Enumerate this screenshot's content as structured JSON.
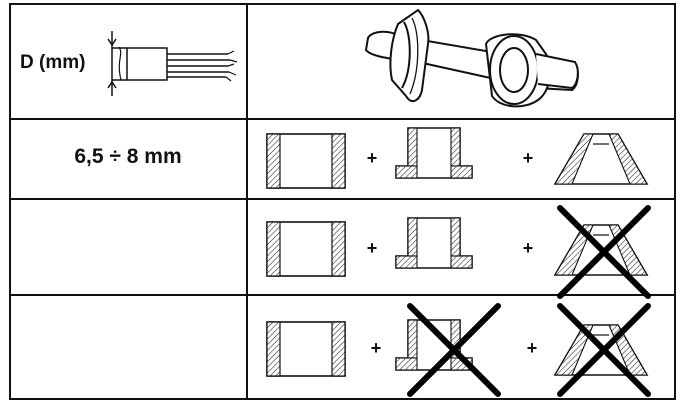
{
  "header": {
    "left_label": "D (mm)"
  },
  "rows": [
    {
      "label": "6,5 ÷ 8 mm",
      "plus": [
        "+",
        "+"
      ],
      "parts": [
        "bush",
        "flanged-sleeve",
        "cone-washer"
      ],
      "crossed": []
    },
    {
      "label": "",
      "plus": [
        "+",
        "+"
      ],
      "parts": [
        "bush",
        "flanged-sleeve",
        "cone-washer"
      ],
      "crossed": [
        "cone-washer"
      ]
    },
    {
      "label": "",
      "plus": [
        "+",
        "+"
      ],
      "parts": [
        "bush",
        "flanged-sleeve",
        "cone-washer"
      ],
      "crossed": [
        "flanged-sleeve",
        "cone-washer"
      ]
    }
  ],
  "colors": {
    "line": "#111111",
    "background": "#ffffff"
  },
  "icons": [
    "cable-diameter-icon",
    "bushing-assembly-icon",
    "bush-icon",
    "flanged-sleeve-icon",
    "cone-washer-icon",
    "cross-out-icon"
  ]
}
